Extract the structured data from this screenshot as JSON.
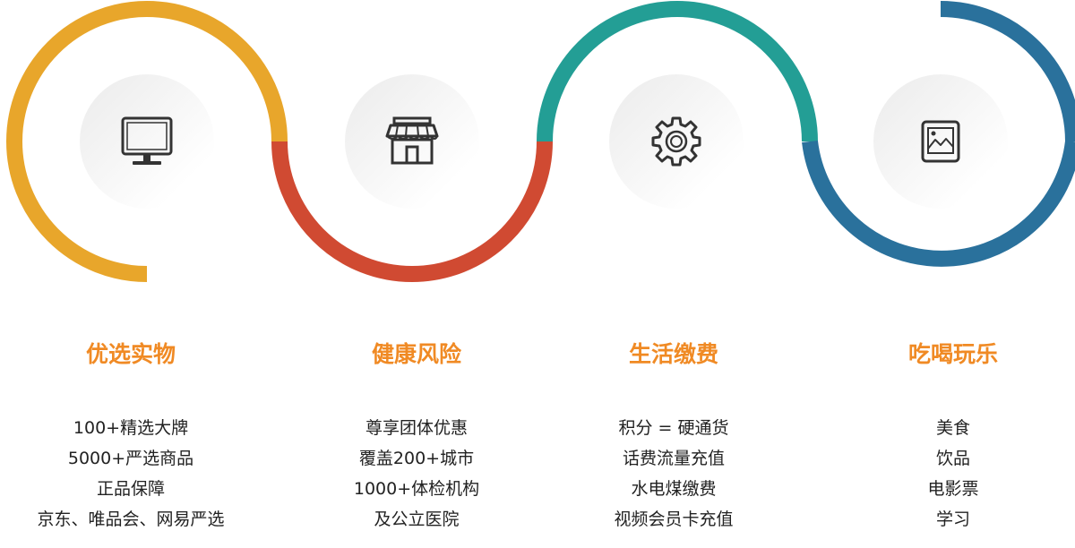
{
  "colors": {
    "accent_orange": "#f08a24",
    "seg1": "#e8a62b",
    "seg2": "#d04a32",
    "seg3": "#239e95",
    "seg4": "#2a719c",
    "icon": "#333333"
  },
  "features": [
    {
      "icon": "monitor-icon",
      "title": "优选实物",
      "lines": [
        "100+精选大牌",
        "5000+严选商品",
        "正品保障",
        "京东、唯品会、网易严选"
      ]
    },
    {
      "icon": "store-icon",
      "title": "健康风险",
      "lines": [
        "尊享团体优惠",
        "覆盖200+城市",
        "1000+体检机构",
        "及公立医院"
      ]
    },
    {
      "icon": "gear-icon",
      "title": "生活缴费",
      "lines": [
        "积分 = 硬通货",
        "话费流量充值",
        "水电煤缴费",
        "视频会员卡充值"
      ]
    },
    {
      "icon": "picture-icon",
      "title": "吃喝玩乐",
      "lines": [
        "美食",
        "饮品",
        "电影票",
        "学习"
      ]
    }
  ]
}
